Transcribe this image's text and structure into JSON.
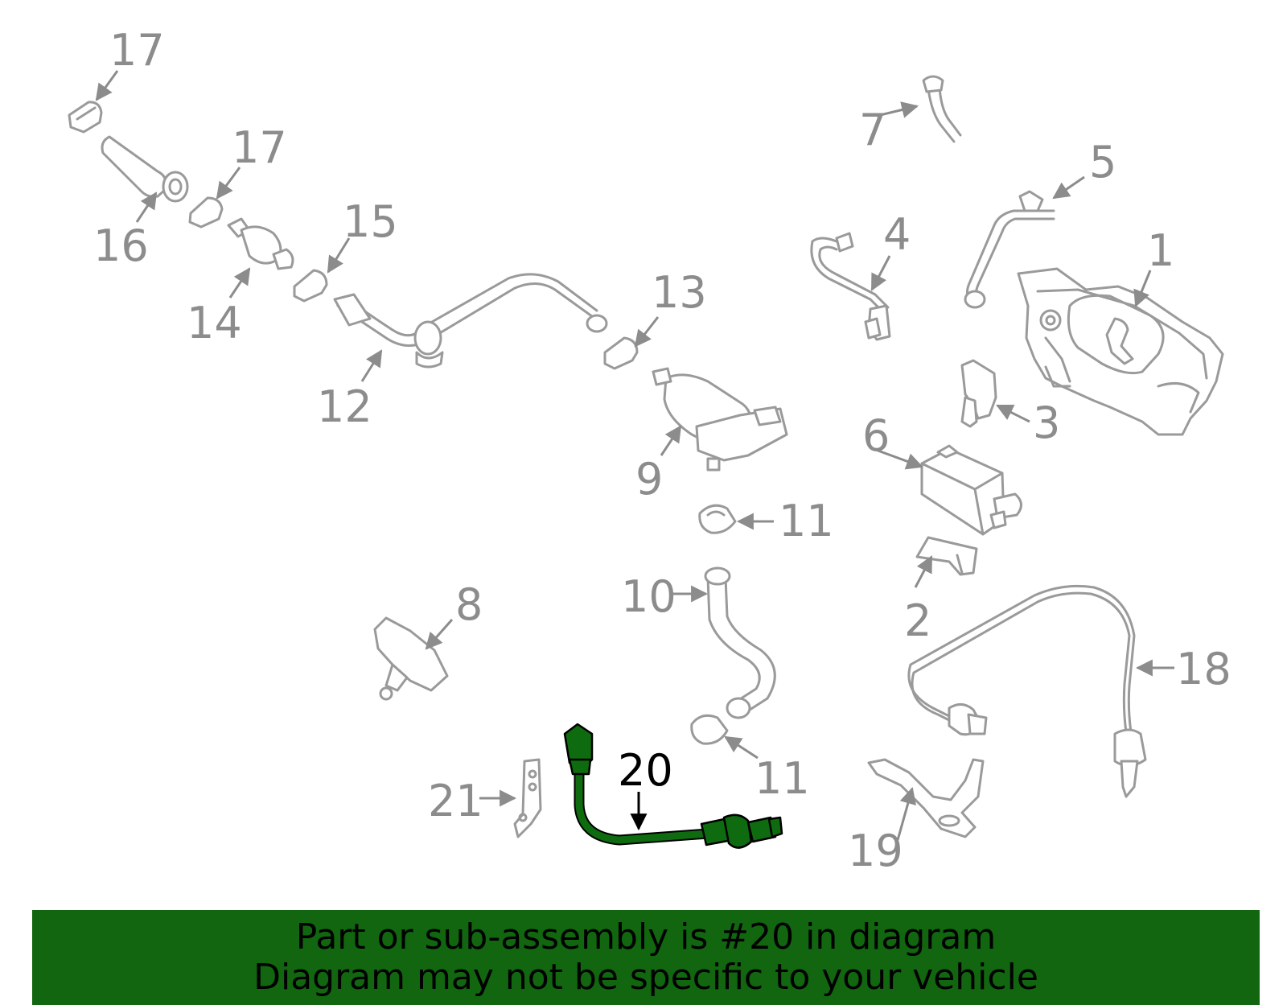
{
  "callouts": {
    "c1": "1",
    "c2": "2",
    "c3": "3",
    "c4": "4",
    "c5": "5",
    "c6": "6",
    "c7": "7",
    "c8": "8",
    "c9": "9",
    "c10": "10",
    "c11a": "11",
    "c11b": "11",
    "c12": "12",
    "c13": "13",
    "c14": "14",
    "c15": "15",
    "c16": "16",
    "c17a": "17",
    "c17b": "17",
    "c18": "18",
    "c19": "19",
    "c20": "20",
    "c21": "21"
  },
  "highlight_part": "20",
  "colors": {
    "banner": "#11660f",
    "highlight": "#0f6b0f",
    "parts": "#9a9a9a"
  },
  "banner": {
    "line1": "Part or sub-assembly is #20 in diagram",
    "line2": "Diagram may not be specific to your vehicle"
  }
}
